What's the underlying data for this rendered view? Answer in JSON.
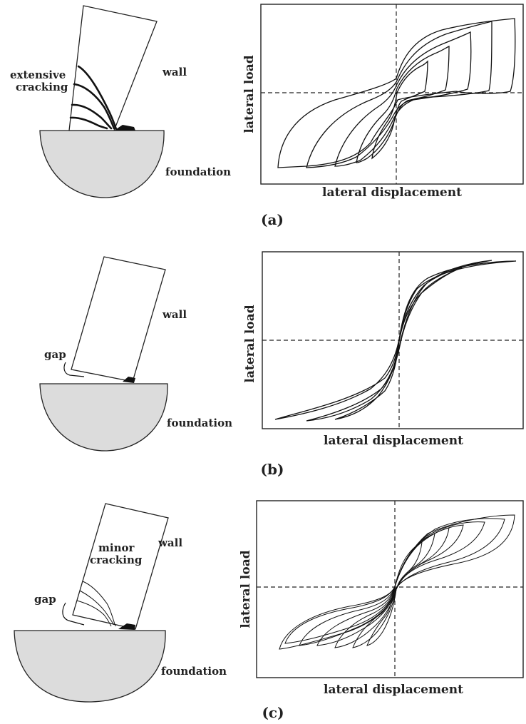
{
  "panels": [
    {
      "id": "a",
      "caption": "(a)",
      "wall_label": "wall",
      "foundation_label": "foundation",
      "crack_label_line1": "extensive",
      "crack_label_line2": "cracking",
      "xlabel": "lateral displacement",
      "ylabel": "lateral load",
      "behavior": "wide hysteresis loops with large residual displacement"
    },
    {
      "id": "b",
      "caption": "(b)",
      "wall_label": "wall",
      "foundation_label": "foundation",
      "gap_label": "gap",
      "xlabel": "lateral displacement",
      "ylabel": "lateral load",
      "behavior": "self-centering loops passing through origin"
    },
    {
      "id": "c",
      "caption": "(c)",
      "wall_label": "wall",
      "foundation_label": "foundation",
      "gap_label": "gap",
      "crack_label_line1": "minor",
      "crack_label_line2": "cracking",
      "xlabel": "lateral displacement",
      "ylabel": "lateral load",
      "behavior": "multiple narrow loops through origin"
    }
  ],
  "colors": {
    "foundation_fill": "#dcdcdc",
    "ink": "#111111"
  }
}
